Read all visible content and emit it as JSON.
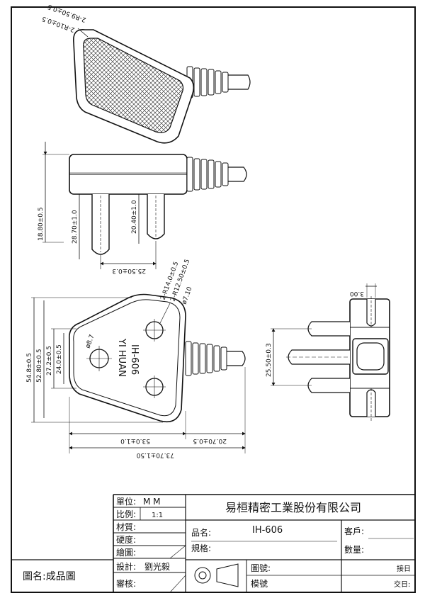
{
  "views": {
    "top": {
      "radius_a": "2-R9.50±0.5",
      "radius_b": "2-R10±0.5"
    },
    "side": {
      "height_18": "18.80±0.5",
      "pin_28": "28.70±1.0",
      "pin_20": "20.40±1.0",
      "pin_spacing": "25.50±0.3"
    },
    "front": {
      "radius_14": "2-R14.0±0.5",
      "radius_12": "2-R12.50±0.5",
      "hole_dia": "ø7.10",
      "hole_dia_small": "ø8.7",
      "brand": "YI HUAN",
      "model": "IH-606",
      "h_548": "54.8±0.5",
      "h_528": "52.80±0.5",
      "h_272": "27.2±0.5",
      "h_240": "24.0±0.5",
      "w_530": "53.0±1.0",
      "w_2070": "20.70±0.5",
      "w_7370": "73.70±1.50"
    },
    "end": {
      "dim_300": "3.00",
      "dim_2550": "25.50±0.3"
    }
  },
  "title_block": {
    "unit_label": "單位:",
    "unit_value": "M M",
    "scale_label": "比例:",
    "scale_value": "1:1",
    "material_label": "材質:",
    "hardness_label": "硬度:",
    "drawn_label": "繪圖:",
    "design_label": "設計:",
    "design_value": "劉光毅",
    "review_label": "審核:",
    "company": "易桓精密工業股份有限公司",
    "product_label": "品名:",
    "product_value": "IH-606",
    "spec_label": "規格:",
    "customer_label": "客戶:",
    "quantity_label": "數量:",
    "drawing_no_label": "圖號:",
    "mold_no_label": "模號",
    "receive_label": "接日",
    "deliver_label": "交日:",
    "drawing_name": "圖名:成品圖"
  }
}
